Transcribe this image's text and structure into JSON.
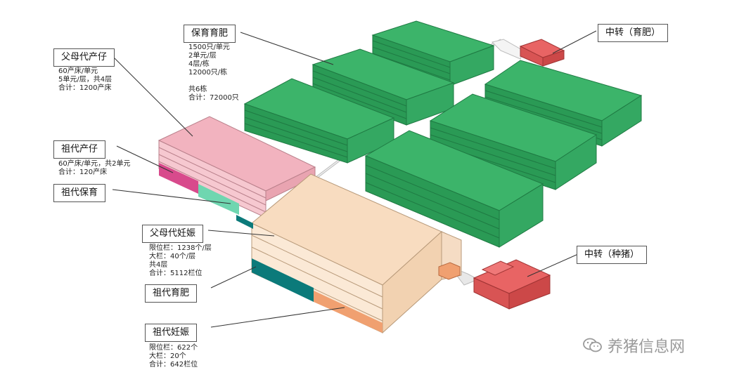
{
  "labels": {
    "baoyu_feizi": "保育育肥",
    "fumu_chanzai": "父母代产仔",
    "zudai_chanzai": "祖代产仔",
    "zudai_baoyu": "祖代保育",
    "fumu_renshen": "父母代妊娠",
    "zudai_yufei": "祖代育肥",
    "zudai_renshen": "祖代妊娠",
    "zhongzhuan_yufei": "中转（育肥）",
    "zhongzhuan_zhongzhu": "中转（种猪）"
  },
  "info": {
    "baoyu_feizi": [
      "1500只/单元",
      "2单元/层",
      "4层/栋",
      "12000只/栋",
      "",
      "共6栋",
      "合计：72000只"
    ],
    "fumu_chanzai": [
      "60产床/单元",
      "5单元/层，共4层",
      "合计：1200产床"
    ],
    "zudai_chanzai": [
      "60产床/单元，共2单元",
      "合计：120产床"
    ],
    "fumu_renshen": [
      "限位栏：1238个/层",
      "大栏：40个/层",
      "共4层",
      "合计：5112栏位"
    ],
    "zudai_renshen": [
      "限位栏：622个",
      "大栏：20个",
      "合计：642栏位"
    ]
  },
  "watermark": "养猪信息网",
  "colors": {
    "green_top": "#3cb46a",
    "green_side": "#2a9a55",
    "pink": "#f2b3bf",
    "peach": "#f8dcc0",
    "red": "#e86464",
    "teal": "#0b7a7a",
    "magenta": "#d84a8c",
    "mint": "#6fd6b0",
    "orange": "#f0a070"
  }
}
